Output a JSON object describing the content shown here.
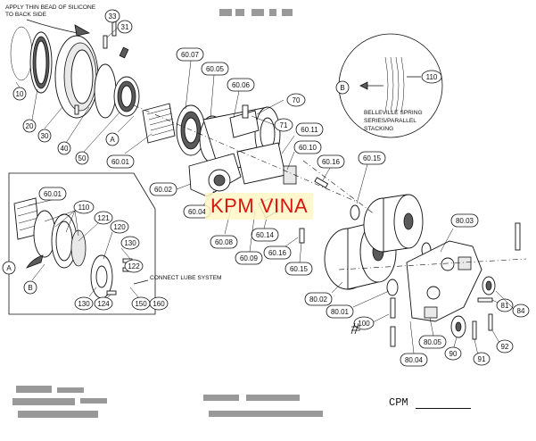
{
  "diagram": {
    "title_block": "CPM",
    "watermark": "KPM VINA",
    "notes": {
      "silicone_line1": "APPLY THIN BEAD OF SILICONE",
      "silicone_line2": "TO BACK SIDE",
      "lube": "CONNECT LUBE SYSTEM",
      "belleville_line1": "BELLEVILLE SPRING",
      "belleville_line2": "SERIES/PARALLEL",
      "belleville_line3": "STACKING"
    },
    "detail_letters": [
      "A",
      "B"
    ],
    "part_labels": [
      "10",
      "20",
      "30",
      "31",
      "33",
      "40",
      "50",
      "60.01",
      "60.02",
      "60.04",
      "60.05",
      "60.06",
      "60.07",
      "60.08",
      "60.09",
      "60.10",
      "60.11",
      "60.14",
      "60.15",
      "60.16",
      "70",
      "71",
      "80.01",
      "80.02",
      "80.03",
      "80.04",
      "80.05",
      "81",
      "84",
      "90",
      "91",
      "92",
      "100",
      "110",
      "120",
      "121",
      "122",
      "124",
      "130",
      "150",
      "160"
    ]
  },
  "labels": {
    "p10": "10",
    "p20": "20",
    "p30": "30",
    "p31": "31",
    "p33": "33",
    "p40": "40",
    "p50": "50",
    "p60_01": "60.01",
    "p60_01b": "60.01",
    "p60_02": "60.02",
    "p60_04": "60.04",
    "p60_05": "60.05",
    "p60_06": "60.06",
    "p60_07": "60.07",
    "p60_08": "60.08",
    "p60_09": "60.09",
    "p60_10": "60.10",
    "p60_11": "60.11",
    "p60_14": "60.14",
    "p60_15a": "60.15",
    "p60_15b": "60.15",
    "p60_16a": "60.16",
    "p60_16b": "60.16",
    "p70": "70",
    "p71": "71",
    "p80_01": "80.01",
    "p80_02": "80.02",
    "p80_03": "80.03",
    "p80_04": "80.04",
    "p80_05": "80.05",
    "p81": "81",
    "p84": "84",
    "p90": "90",
    "p91": "91",
    "p92": "92",
    "p100": "100",
    "p110a": "110",
    "p110b": "110",
    "p120": "120",
    "p121": "121",
    "p122": "122",
    "p124": "124",
    "p130a": "130",
    "p130b": "130",
    "p150": "150",
    "p160": "160",
    "detailA1": "A",
    "detailA2": "A",
    "detailB1": "B",
    "detailB2": "B"
  },
  "colors": {
    "watermark_text": "#d8170f",
    "watermark_bg": "#fff6c4",
    "ink": "#111111"
  }
}
